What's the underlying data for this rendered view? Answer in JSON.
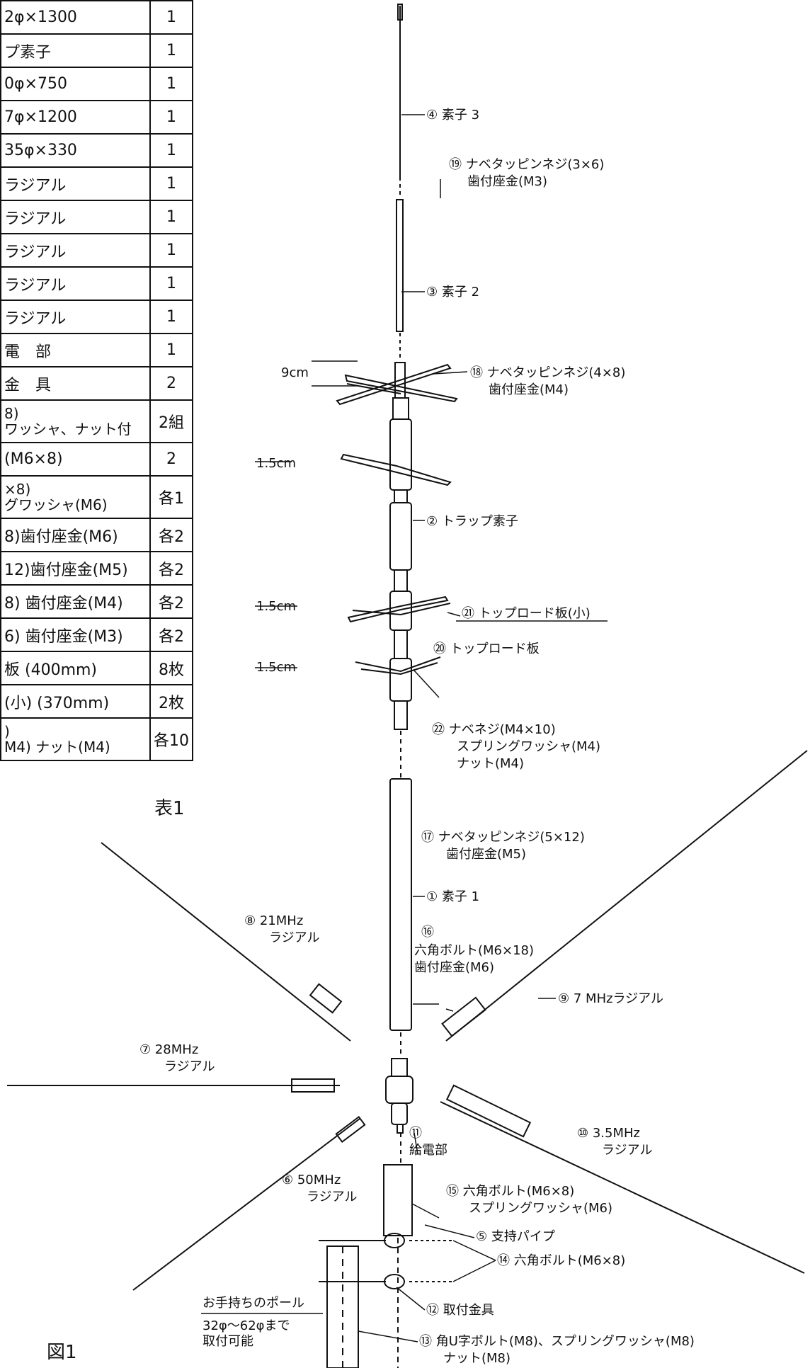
{
  "table": {
    "rows": [
      {
        "name": "2φ×1300",
        "qty": "1"
      },
      {
        "name": "プ素子",
        "qty": "1"
      },
      {
        "name": "0φ×750",
        "qty": "1"
      },
      {
        "name": "7φ×1200",
        "qty": "1"
      },
      {
        "name": "35φ×330",
        "qty": "1"
      },
      {
        "name": "ラジアル",
        "qty": "1"
      },
      {
        "name": "ラジアル",
        "qty": "1"
      },
      {
        "name": "ラジアル",
        "qty": "1"
      },
      {
        "name": "ラジアル",
        "qty": "1"
      },
      {
        "name": "ラジアル",
        "qty": "1"
      },
      {
        "name": "電　部",
        "qty": "1"
      },
      {
        "name": "金　具",
        "qty": "2"
      },
      {
        "name": "8)\nワッシャ、ナット付",
        "qty": "2組"
      },
      {
        "name": "(M6×8)",
        "qty": "2"
      },
      {
        "name": "×8)\nグワッシャ(M6)",
        "qty": "各1"
      },
      {
        "name": "8)歯付座金(M6)",
        "qty": "各2"
      },
      {
        "name": "12)歯付座金(M5)",
        "qty": "各2"
      },
      {
        "name": "8) 歯付座金(M4)",
        "qty": "各2"
      },
      {
        "name": "6) 歯付座金(M3)",
        "qty": "各2"
      },
      {
        "name": "板 (400mm)",
        "qty": "8枚"
      },
      {
        "name": "(小) (370mm)",
        "qty": "2枚"
      },
      {
        "name": ")\nM4) ナット(M4)",
        "qty": "各10"
      }
    ],
    "caption": "表1"
  },
  "figure_caption": "図1",
  "labels": {
    "e4": "④ 素子 3",
    "e19a": "⑲ ナベタッピンネジ(3×6)",
    "e19b": "歯付座金(M3)",
    "e3": "③ 素子 2",
    "e18a": "⑱ ナベタッピンネジ(4×8)",
    "e18b": "歯付座金(M4)",
    "dim9": "9cm",
    "dim15a": "1.5cm",
    "dim15b": "1.5cm",
    "dim15c": "1.5cm",
    "e2": "② トラップ素子",
    "e21": "㉑ トップロード板(小)",
    "e20": "⑳ トップロード板",
    "e22a": "㉒ ナベネジ(M4×10)",
    "e22b": "スプリングワッシャ(M4)",
    "e22c": "ナット(M4)",
    "e17a": "⑰ ナベタッピンネジ(5×12)",
    "e17b": "歯付座金(M5)",
    "e1": "① 素子 1",
    "e16a": "⑯",
    "e16b": "六角ボルト(M6×18)",
    "e16c": "歯付座金(M6)",
    "e8a": "⑧ 21MHz",
    "e8b": "ラジアル",
    "e9": "⑨ 7 MHzラジアル",
    "e7a": "⑦ 28MHz",
    "e7b": "ラジアル",
    "e11a": "⑪",
    "e11b": "給電部",
    "e10a": "⑩ 3.5MHz",
    "e10b": "ラジアル",
    "e6a": "⑥ 50MHz",
    "e6b": "ラジアル",
    "e15a": "⑮ 六角ボルト(M6×8)",
    "e15b": "スプリングワッシャ(M6)",
    "e5": "⑤ 支持パイプ",
    "e14": "⑭ 六角ボルト(M6×8)",
    "e12": "⑫ 取付金具",
    "pole": "お手持ちのポール",
    "pole2a": "32φ～62φまで",
    "pole2b": "取付可能",
    "e13a": "⑬ 角U字ボルト(M8)、スプリングワッシャ(M8)",
    "e13b": "ナット(M8)"
  }
}
